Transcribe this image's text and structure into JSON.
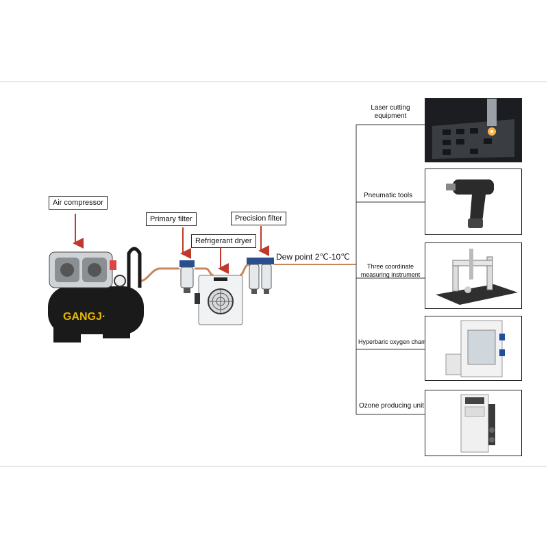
{
  "labels": {
    "air_compressor": "Air compressor",
    "primary_filter": "Primary filter",
    "refrigerant_dryer": "Refrigerant  dryer",
    "precision_filter": "Precision filter",
    "dew_point": "Dew point 2℃-10℃"
  },
  "compressor_brand": "GANGJ·",
  "applications": [
    {
      "label": "Laser cutting equipment",
      "line1": "Laser cutting",
      "line2": "equipment",
      "icon": "laser-cutting-photo"
    },
    {
      "label": "Pneumatic tools",
      "line1": "Pneumatic tools",
      "line2": "",
      "icon": "pneumatic-wrench-photo"
    },
    {
      "label": "Three coordinate measuring instrument",
      "line1": "Three coordinate",
      "line2": "measuring instrument",
      "icon": "cmm-photo"
    },
    {
      "label": "Hyperbaric oxygen chamber",
      "line1": "Hyperbaric oxygen chamber",
      "line2": "",
      "icon": "oxygen-chamber-photo"
    },
    {
      "label": "Ozone producing unit",
      "line1": "Ozone producing unit",
      "line2": "",
      "icon": "ozone-unit-photo"
    }
  ],
  "colors": {
    "arrow": "#c0392b",
    "pipe": "#c8875a",
    "compressor_body": "#1a1a1a",
    "brand_text": "#e8b800",
    "outline": "#222222"
  }
}
